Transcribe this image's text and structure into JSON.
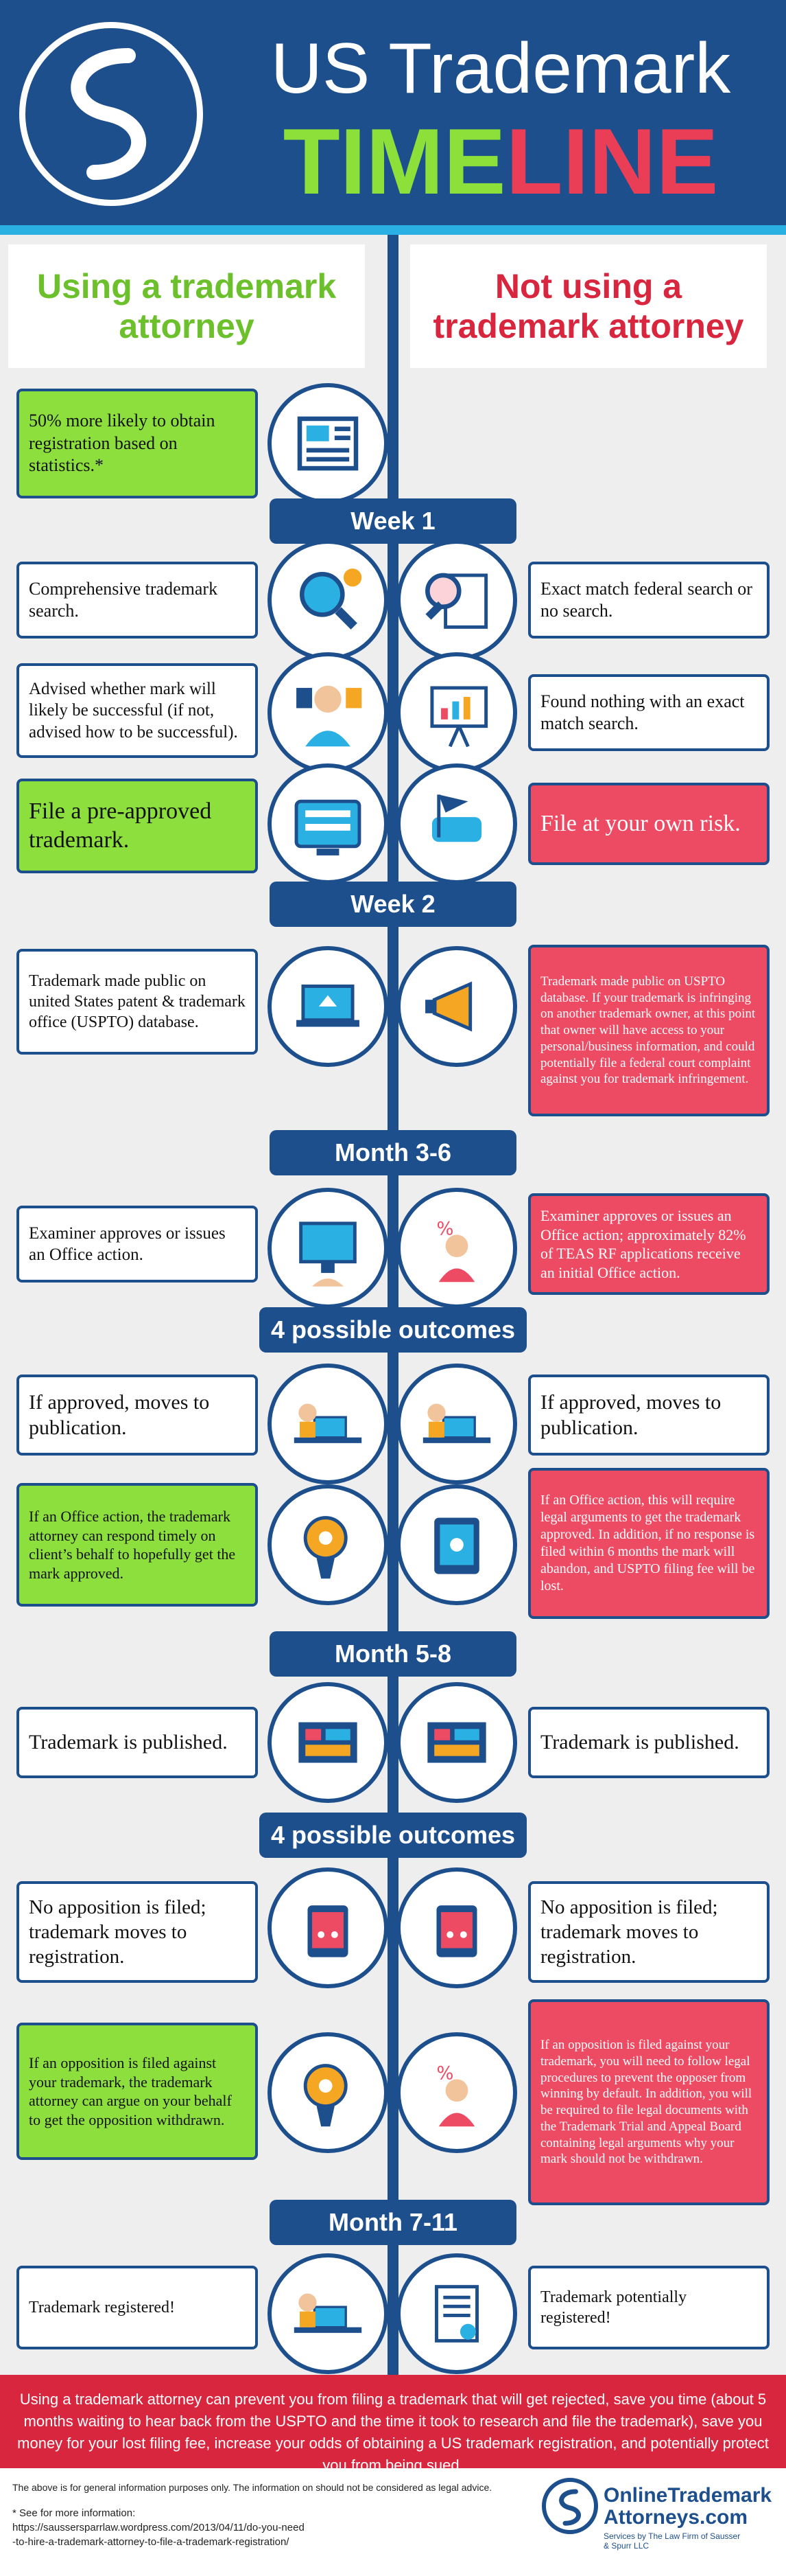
{
  "header": {
    "title_line1": "US Trademark",
    "title_time": "TIME",
    "title_line": "LINE"
  },
  "columns": {
    "left": "Using a trademark attorney",
    "right": "Not using a trademark attorney"
  },
  "stat": "50% more likely to obtain registration based on statistics.*",
  "sections": [
    "Week 1",
    "Week 2",
    "Month 3-6",
    "4 possible outcomes",
    "Month 5-8",
    "4 possible outcomes",
    "Month 7-11"
  ],
  "rows": [
    {
      "left": "Comprehensive trademark search.",
      "right": "Exact match federal search or no search."
    },
    {
      "left": "Advised whether mark will likely be successful (if not, advised how to be successful).",
      "right": "Found nothing with an exact match search."
    },
    {
      "left": "File a pre-approved trademark.",
      "right": "File at your own risk."
    },
    {
      "left": "Trademark made public on united States patent & trademark office (USPTO) database.",
      "right": "Trademark made public on USPTO database. If your trademark is infringing on another trademark owner, at this point that owner will have access to your personal/business information, and could potentially file a federal court complaint against you for trademark infringement."
    },
    {
      "left": "Examiner approves or issues an Office action.",
      "right": "Examiner approves or issues an Office action; approximately 82% of TEAS RF applications receive an initial Office action."
    },
    {
      "left": "If approved, moves to publication.",
      "right": "If approved, moves to publication."
    },
    {
      "left": "If an Office action, the trademark attorney can respond timely on client’s behalf to hopefully get the mark approved.",
      "right": "If an Office action, this will require legal arguments to get the trademark approved. In addition, if no response is filed within 6 months the mark will abandon, and USPTO filing fee will be lost."
    },
    {
      "left": "Trademark is published.",
      "right": "Trademark is published."
    },
    {
      "left": "No apposition is filed; trademark moves to registration.",
      "right": "No apposition is filed; trademark moves to registration."
    },
    {
      "left": "If an opposition is filed against your trademark, the trademark attorney can argue on your behalf to get the opposition withdrawn.",
      "right": "If an opposition is filed against your trademark, you will need to follow legal procedures to prevent the opposer from winning by default. In addition, you will be required to file legal documents with the Trademark Trial and Appeal Board containing legal arguments why your mark should not be withdrawn."
    },
    {
      "left": "Trademark registered!",
      "right": "Trademark potentially registered!"
    }
  ],
  "banner": "Using a trademark attorney can prevent you from filing a trademark that will get rejected, save you time (about 5 months waiting to hear back from the USPTO and the time it took to research and file the trademark), save you money for your lost filing fee, increase your odds of obtaining a US trademark registration, and potentially protect you from being sued.",
  "footer": {
    "disclaimer": "The above is for general information purposes only. The information on should not be considered as legal advice.",
    "see_more": "* See for more information:",
    "url1": "https://saussersparrlaw.wordpress.com/2013/04/11/do-you-need",
    "url2": "-to-hire-a-trademark-attorney-to-file-a-trademark-registration/",
    "brand1": "OnlineTrademark",
    "brand2": "Attorneys.com",
    "tagline": "Services by The Law Firm of Sausser & Spurr LLC"
  },
  "colors": {
    "navy": "#1d4f8d",
    "green": "#8ddf3e",
    "red": "#ed4a63",
    "cyan": "#2bb0e4"
  },
  "icons": [
    "newspaper-icon",
    "search-gears-icon",
    "magnifier-document-icon",
    "consultant-icon",
    "presentation-icon",
    "online-form-icon",
    "start-flag-icon",
    "laptop-upload-icon",
    "megaphone-icon",
    "computer-user-icon",
    "percent-person-icon",
    "desk-laptop-icon",
    "brain-gears-icon",
    "tablet-hand-icon",
    "media-screen-icon",
    "shopping-cart-icon",
    "percent-person-icon",
    "desk-laptop-icon",
    "contract-icon"
  ]
}
